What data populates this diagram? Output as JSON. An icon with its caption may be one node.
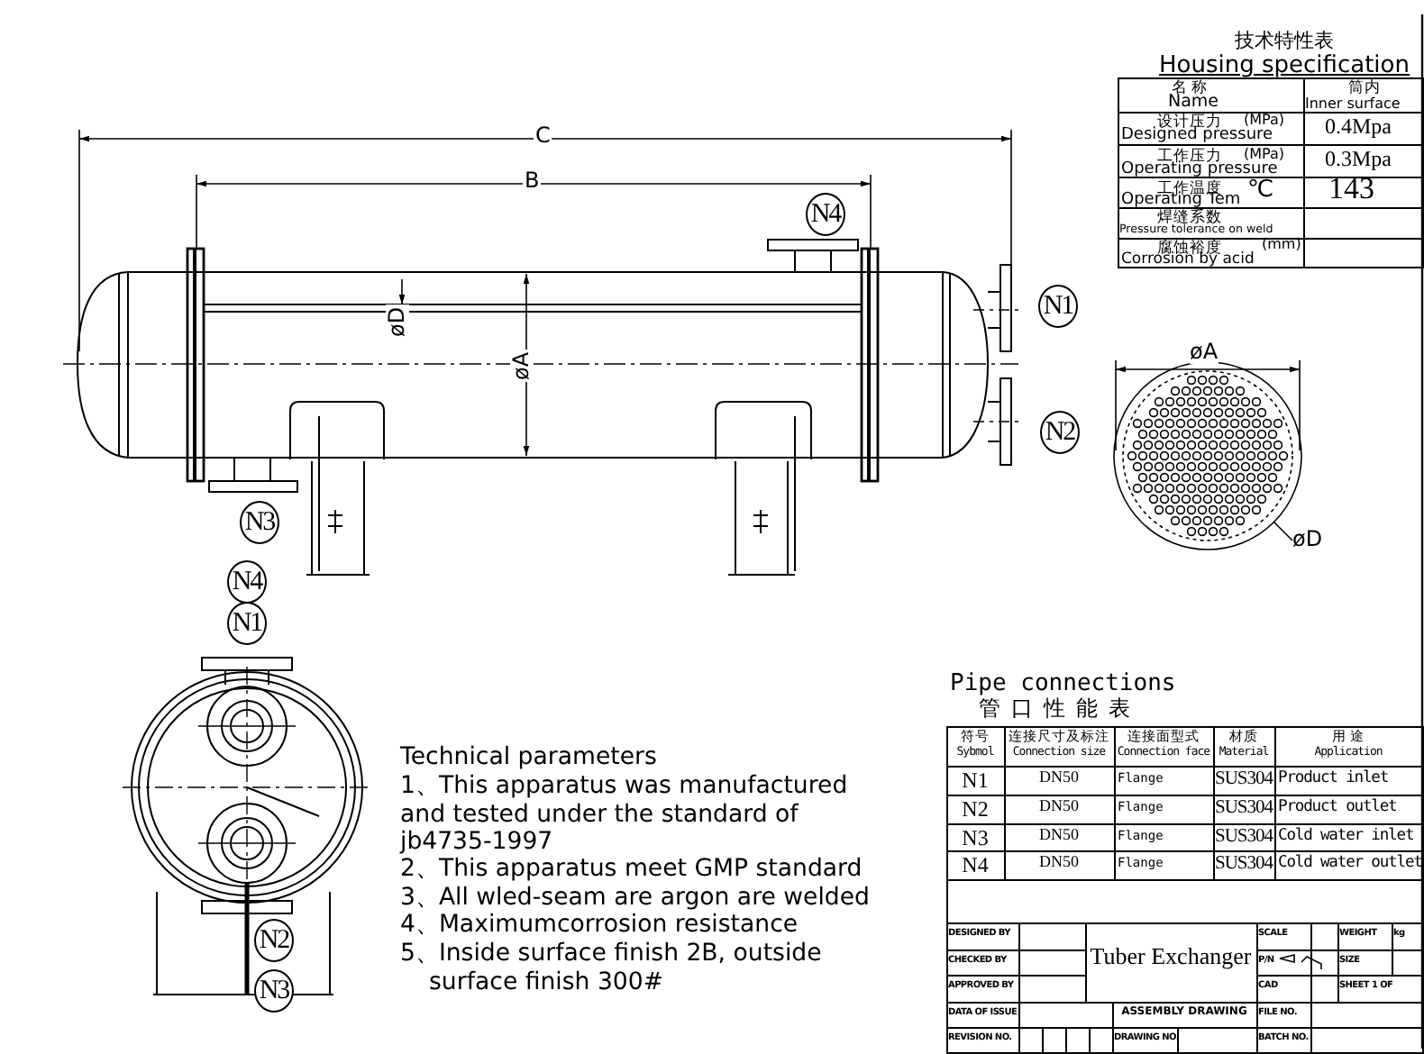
{
  "diagram": {
    "nodes": [
      {
        "text": [
          "N4"
        ]
      },
      {
        "text": [
          "N1"
        ]
      },
      {
        "text": [
          "N2"
        ]
      },
      {
        "text": [
          "N3"
        ]
      },
      {
        "text": [
          "N4"
        ]
      },
      {
        "text": [
          "N1"
        ]
      },
      {
        "text": [
          "N2"
        ]
      },
      {
        "text": [
          "N3"
        ]
      },
      {
        "text": [
          "øD"
        ]
      },
      {
        "text": [],
        "shape": "circle"
      }
    ],
    "edges": [
      {
        "from": 8,
        "to": 9,
        "arrow": "none"
      }
    ],
    "labels": [
      "技术特性表",
      "Housing specification",
      "名 称",
      "Name",
      "筒内",
      "Inner surface",
      "设计压力",
      "(MPa)",
      "Designed pressure",
      "0.4Mpa",
      "工作压力",
      "(MPa)",
      "Operating pressure",
      "0.3Mpa",
      "工作温度",
      "Operating Tem",
      "℃",
      "143",
      "焊缝系数",
      "Pressure tolerance on weld",
      "腐蚀裕度",
      "(mm)",
      "Corrosion by acid",
      "C",
      "B",
      "øD",
      "øA",
      "øA",
      "Pipe connections",
      "管口性能表",
      "符号",
      "Sybmol",
      "连接尺寸及标注",
      "Connection size",
      "连接面型式",
      "Connection face",
      "材质",
      "Material",
      "用 途",
      "Application",
      "N1",
      "DN50",
      "Flange",
      "SUS304",
      "Product inlet",
      "N2",
      "DN50",
      "Flange",
      "SUS304",
      "Product outlet",
      "N3",
      "DN50",
      "Flange",
      "SUS304",
      "Cold water inlet",
      "N4",
      "DN50",
      "Flange",
      "SUS304",
      "Cold water outlet",
      "Technical parameters",
      "1、This apparatus was manufactured and tested under the standard of jb4735-1997",
      "2、This apparatus meet GMP standard",
      "3、All wled-seam are argon are welded",
      "4、Maximumcorrosion resistance",
      "5、Inside surface finish 2B, outside surface finish 300#",
      "DESIGNED BY",
      "Tuber Exchanger",
      "SCALE",
      "WEIGHT",
      "kg",
      "CHECKED BY",
      "P/N",
      "SIZE",
      "APPROVED BY",
      "CAD",
      "SHEET 1 OF",
      "DATA OF ISSUE",
      "ASSEMBLY DRAWING",
      "FILE NO.",
      "REVISION NO.",
      "DRAWING NO.",
      "BATCH NO."
    ]
  }
}
